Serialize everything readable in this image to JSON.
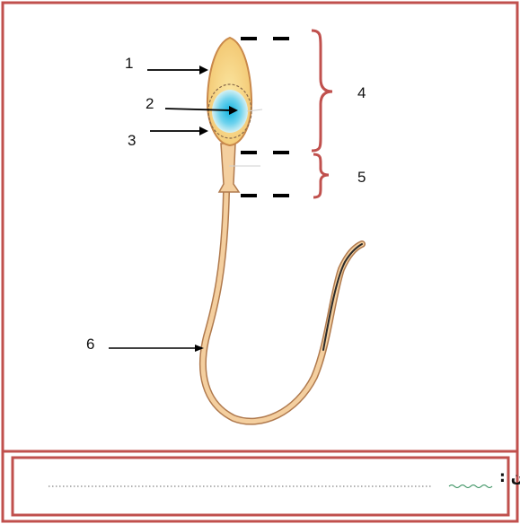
{
  "labels": {
    "l1": "1",
    "l2": "2",
    "l3": "3",
    "l4": "4",
    "l5": "5",
    "l6": "6"
  },
  "footer": {
    "title_label": "العنوان :"
  },
  "colors": {
    "frame": "#c0504d",
    "body": "#f5d18f",
    "body_stroke": "#c9884a",
    "tail": "#f2c997",
    "nucleus": "#1fb8e0",
    "bracket": "#c0504d"
  }
}
